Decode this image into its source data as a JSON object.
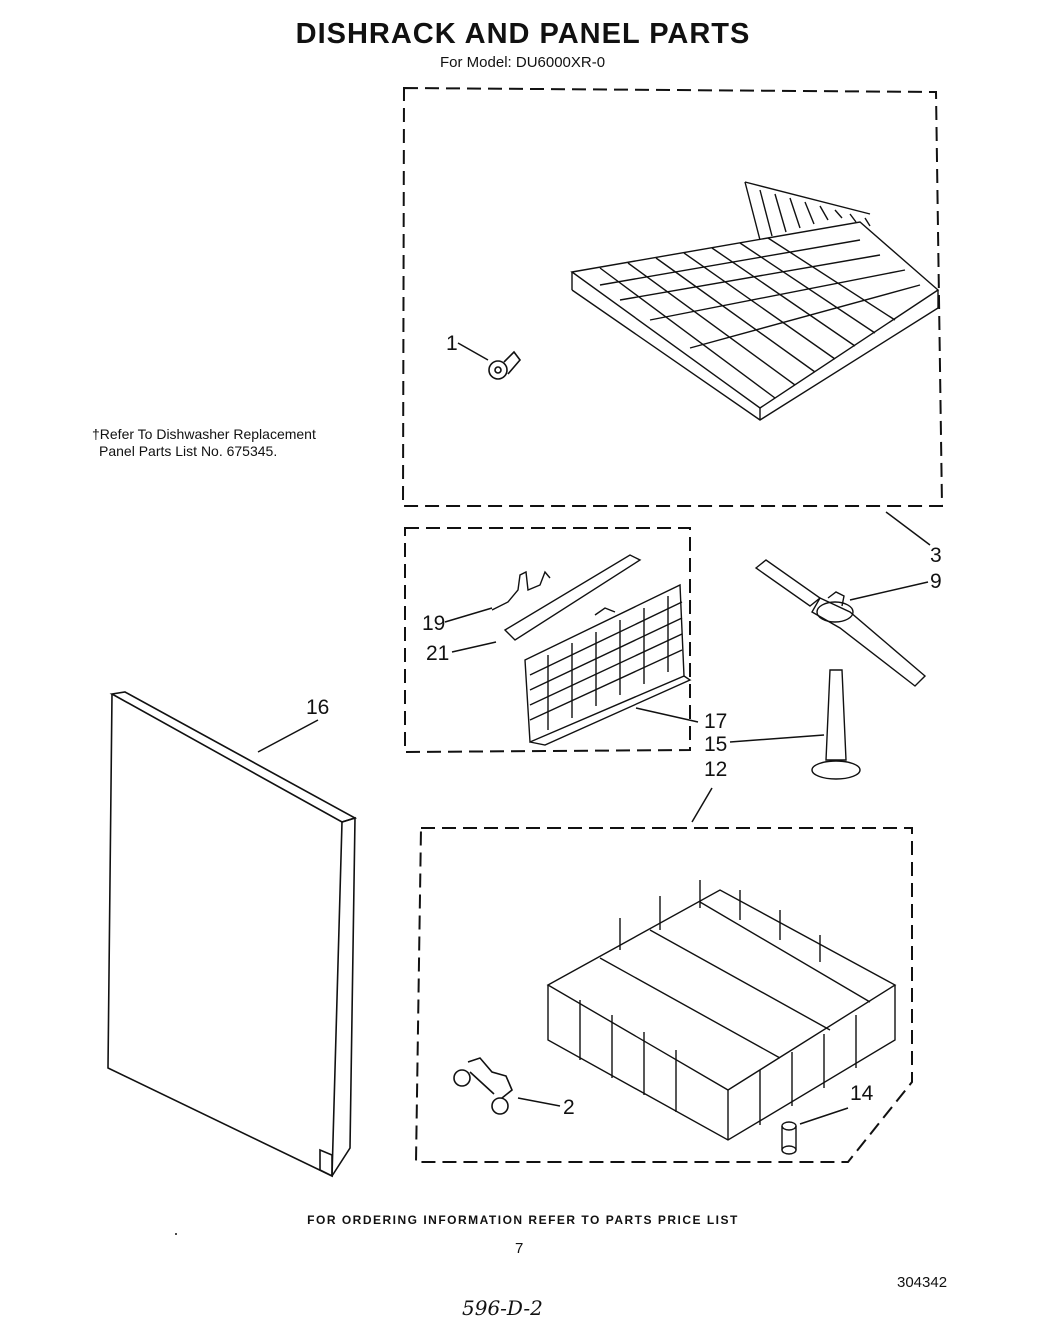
{
  "header": {
    "title": "DISHRACK AND PANEL PARTS",
    "subtitle": "For Model: DU6000XR-0"
  },
  "note": {
    "line1": "†Refer To Dishwasher Replacement",
    "line2": "Panel Parts List No. 675345."
  },
  "callouts": {
    "c1": "1",
    "c3": "3",
    "c9": "9",
    "c19": "19",
    "c21": "21",
    "c16": "16",
    "c17": "17",
    "c15": "15",
    "c12": "12",
    "c2": "2",
    "c14": "14"
  },
  "footer": {
    "ordering": "FOR ORDERING INFORMATION REFER TO PARTS PRICE LIST",
    "page_number": "7",
    "doc_number": "304342",
    "handwritten": "596-D-2"
  }
}
